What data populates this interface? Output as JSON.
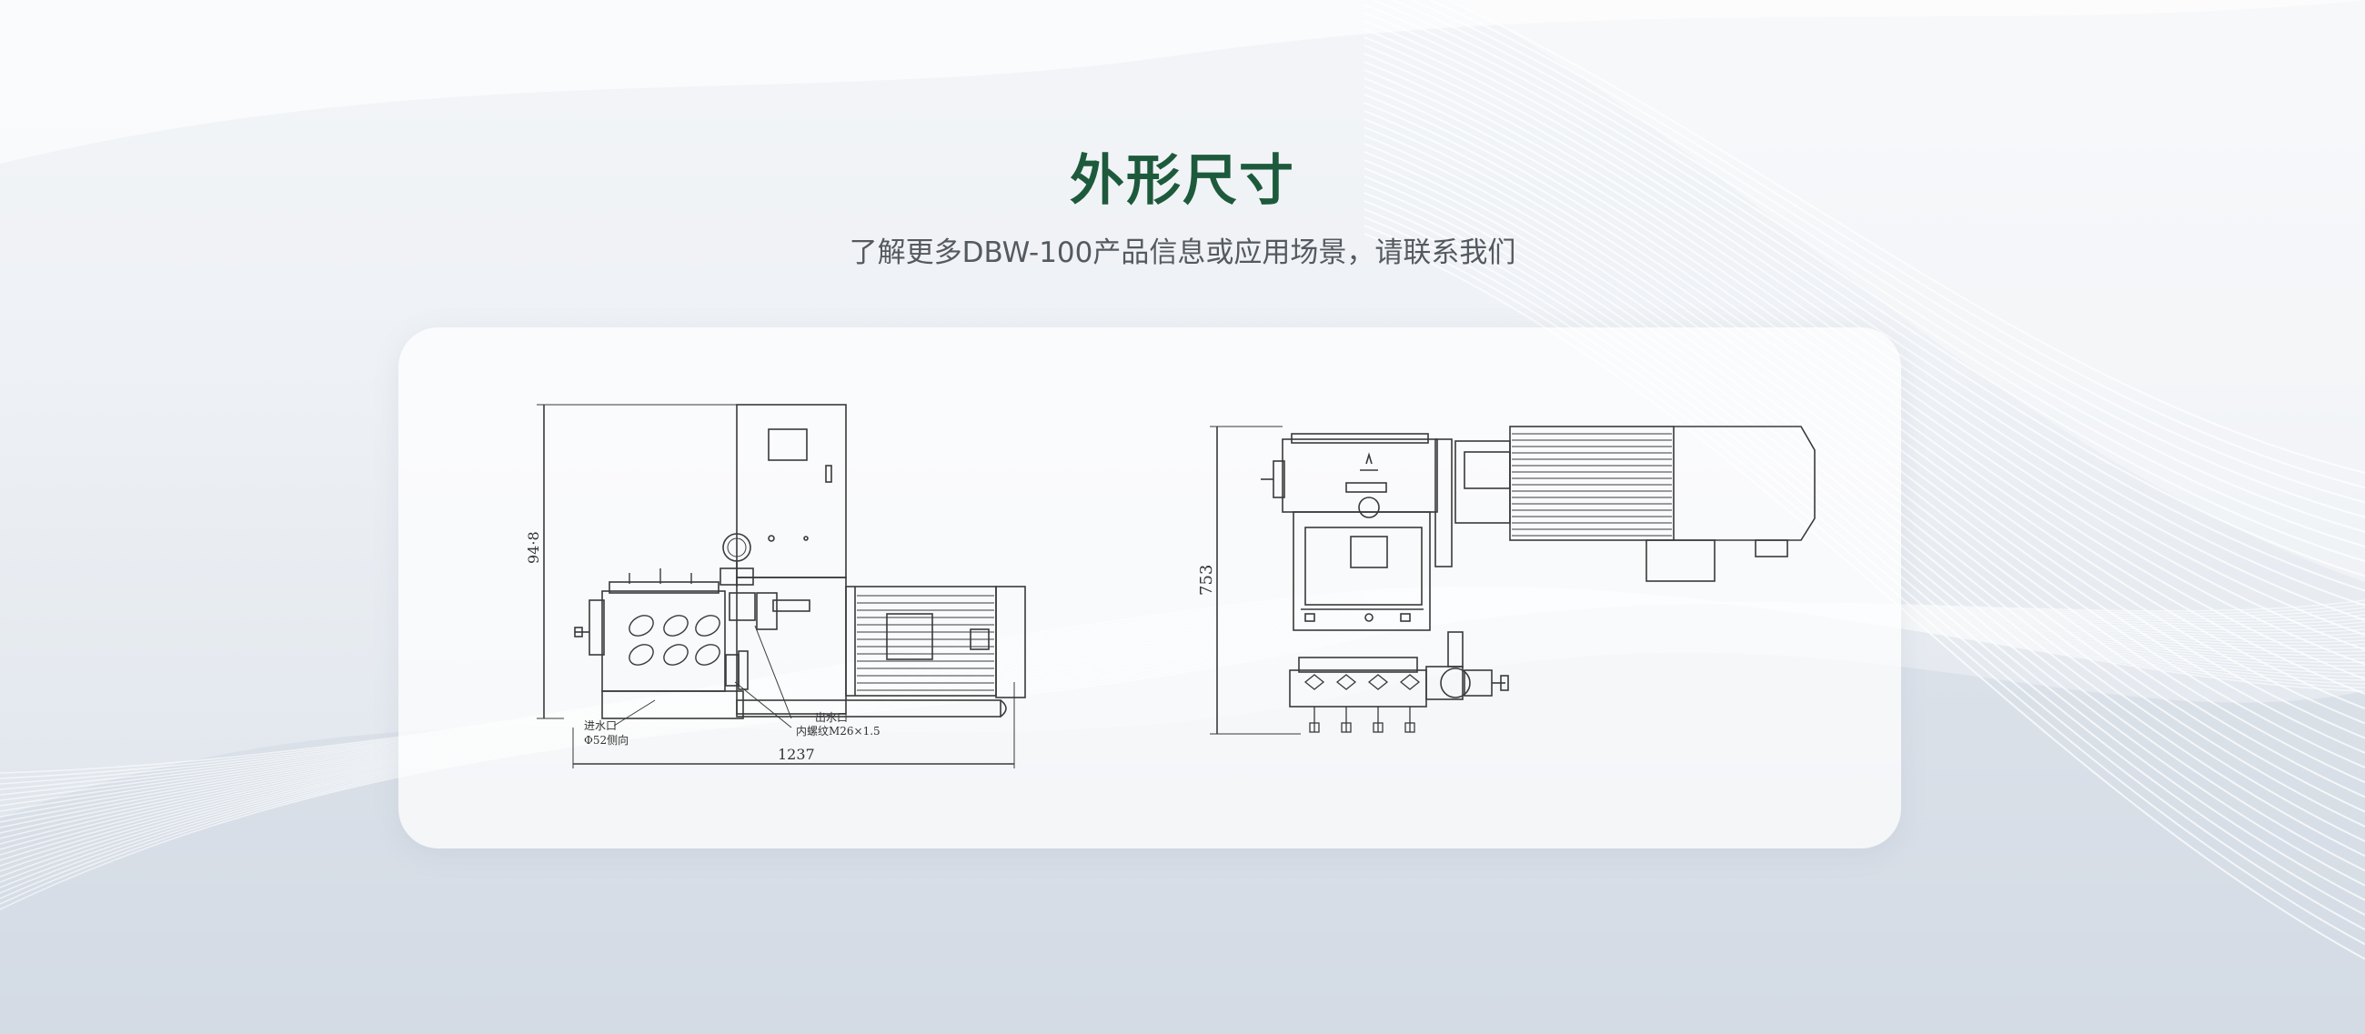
{
  "section": {
    "title": "外形尺寸",
    "subtitle": "了解更多DBW-100产品信息或应用场景，请联系我们"
  },
  "drawing_left": {
    "height_dim": "94·8",
    "width_dim": "1237",
    "inlet_label_1": "进水口",
    "inlet_label_2": "Φ52侧向",
    "outlet_label_1": "出水口",
    "outlet_label_2": "内螺纹M26×1.5"
  },
  "drawing_right": {
    "height_dim": "753"
  },
  "colors": {
    "title": "#1d5a3c",
    "subtitle": "#555a60",
    "line": "#3a3a3a"
  }
}
